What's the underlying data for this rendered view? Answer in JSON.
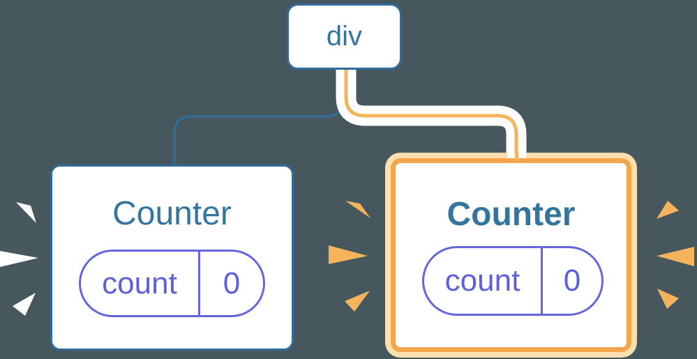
{
  "palette": {
    "background": "#46575E",
    "node_blue": "#2D6C9C",
    "text_blue": "#34759E",
    "state_purple": "#5C60DA",
    "highlight_orange": "#F3A64A",
    "highlight_cream": "#FBDFAE",
    "connector_orange": "#F5B45C",
    "burst_white": "#FFFFFF"
  },
  "diagram": {
    "root": {
      "label": "div"
    },
    "children": [
      {
        "label": "Counter",
        "highlighted": false,
        "burst_color": "white",
        "state": {
          "name": "count",
          "value": "0"
        }
      },
      {
        "label": "Counter",
        "highlighted": true,
        "burst_color": "orange",
        "state": {
          "name": "count",
          "value": "0"
        }
      }
    ]
  }
}
